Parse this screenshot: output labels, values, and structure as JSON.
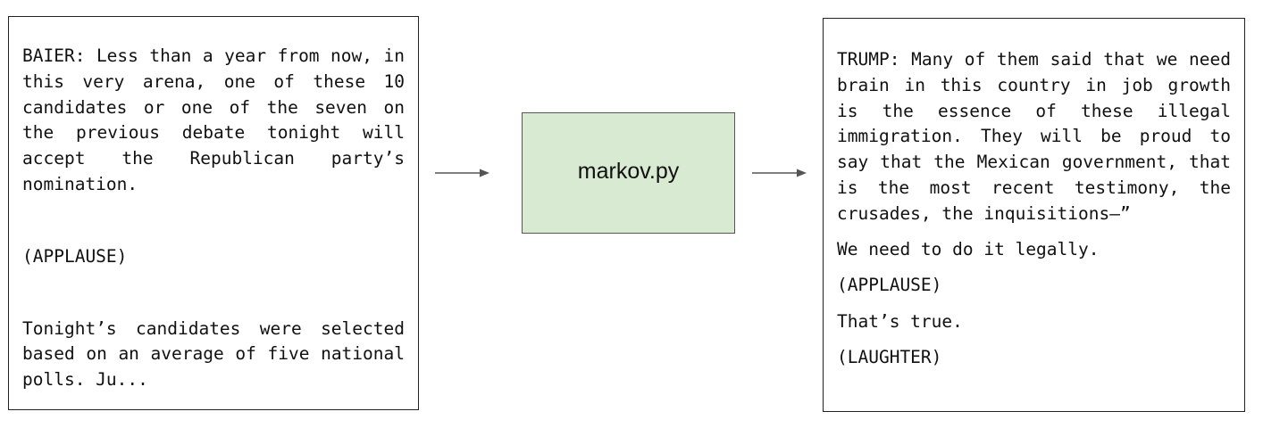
{
  "input_text": {
    "paragraphs": [
      "BAIER: Less than a year from now, in this very arena, one of these 10 candidates or one of the seven on the previous debate tonight will accept the Republican party’s nomination.",
      "(APPLAUSE)",
      "Tonight’s candidates were selected based on an average of five national polls. Ju..."
    ]
  },
  "process_node": {
    "label": "markov.py",
    "fill_color": "#d9ead3"
  },
  "output_text": {
    "paragraphs": [
      "TRUMP: Many of them said that we need brain in this country in job growth is the essence of these illegal immigration. They will be proud to say that the Mexican government, that is the most recent testimony, the crusades, the inquisitions–”",
      "We need to do it legally.",
      "(APPLAUSE)",
      "That’s true.",
      "(LAUGHTER)"
    ]
  }
}
